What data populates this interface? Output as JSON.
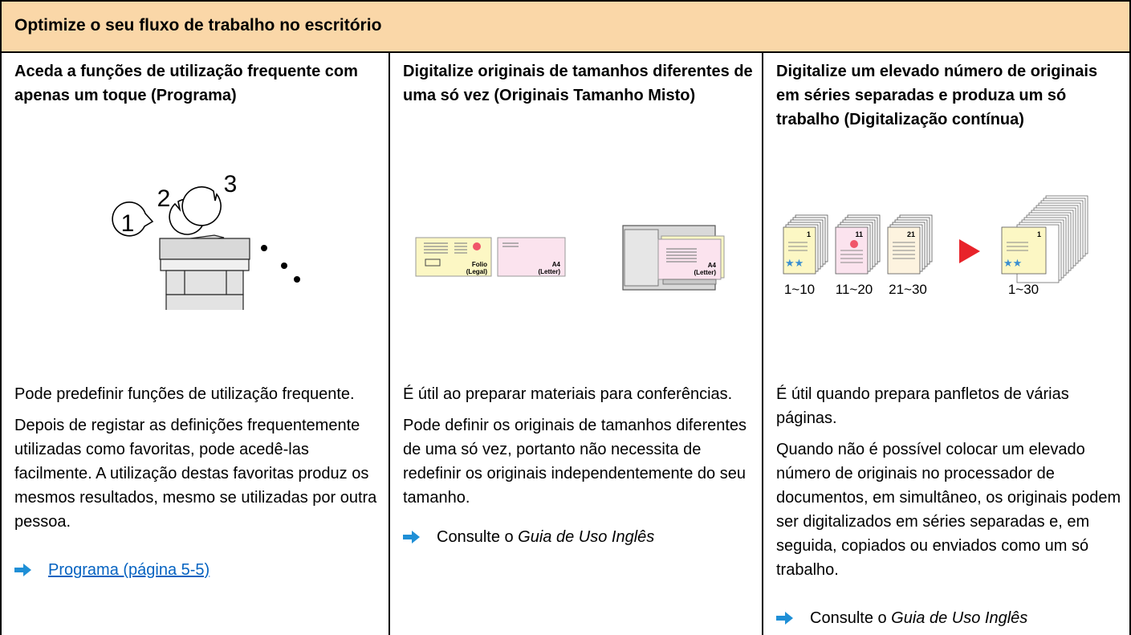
{
  "header": {
    "title": "Optimize o seu fluxo de trabalho no escritório"
  },
  "columns": [
    {
      "title": "Aceda a funções de utilização frequente com apenas um toque (Programa)",
      "paragraphs": [
        "Pode predefinir funções de utilização frequente.",
        "Depois de registar as definições frequentemente utilizadas como favoritas, pode acedê-las facilmente. A utilização destas favoritas produz os mesmos resultados, mesmo se utilizadas por outra pessoa."
      ],
      "link_text": "Programa (página 5-5)",
      "illustration": {
        "numbers": [
          "1",
          "2",
          "3"
        ]
      }
    },
    {
      "title": "Digitalize originais de tamanhos diferentes de uma só vez (Originais Tamanho Misto)",
      "paragraphs": [
        "É útil ao preparar materiais para conferências.",
        "Pode definir os originais de tamanhos diferentes de uma só vez, portanto não necessita de redefinir os originais independentemente do seu tamanho."
      ],
      "ref_prefix": "Consulte o ",
      "ref_italic": "Guia de Uso Inglês",
      "illustration": {
        "folio_label": "Folio",
        "legal_label": "(Legal)",
        "a4_label": "A4",
        "letter_label": "(Letter)"
      }
    },
    {
      "title": "Digitalize um elevado número de originais em séries separadas e produza um só trabalho (Digitalização contínua)",
      "paragraphs": [
        "É útil quando prepara panfletos de várias páginas.",
        "Quando não é possível colocar um elevado número de originais no processador de documentos, em simultâneo, os originais podem ser digitalizados em séries separadas e, em seguida, copiados ou enviados como um só trabalho."
      ],
      "ref_prefix": "Consulte o ",
      "ref_italic": "Guia de Uso Inglês",
      "illustration": {
        "stacks": [
          {
            "page": "1",
            "range": "1~10"
          },
          {
            "page": "11",
            "range": "11~20"
          },
          {
            "page": "21",
            "range": "21~30"
          }
        ],
        "result": {
          "page": "1",
          "range": "1~30"
        }
      }
    }
  ],
  "colors": {
    "banner_bg": "#fad7a8",
    "link": "#0563c1",
    "arrow": "#1f8fd6",
    "play_arrow": "#e8232a",
    "paper_yellow": "#fcf7c4",
    "paper_pink": "#fbe3ee",
    "paper_cream": "#fdf3df",
    "dot_red": "#f0556a"
  },
  "icons": [
    "arrow-right-icon",
    "play-arrow-icon",
    "star-icon"
  ]
}
